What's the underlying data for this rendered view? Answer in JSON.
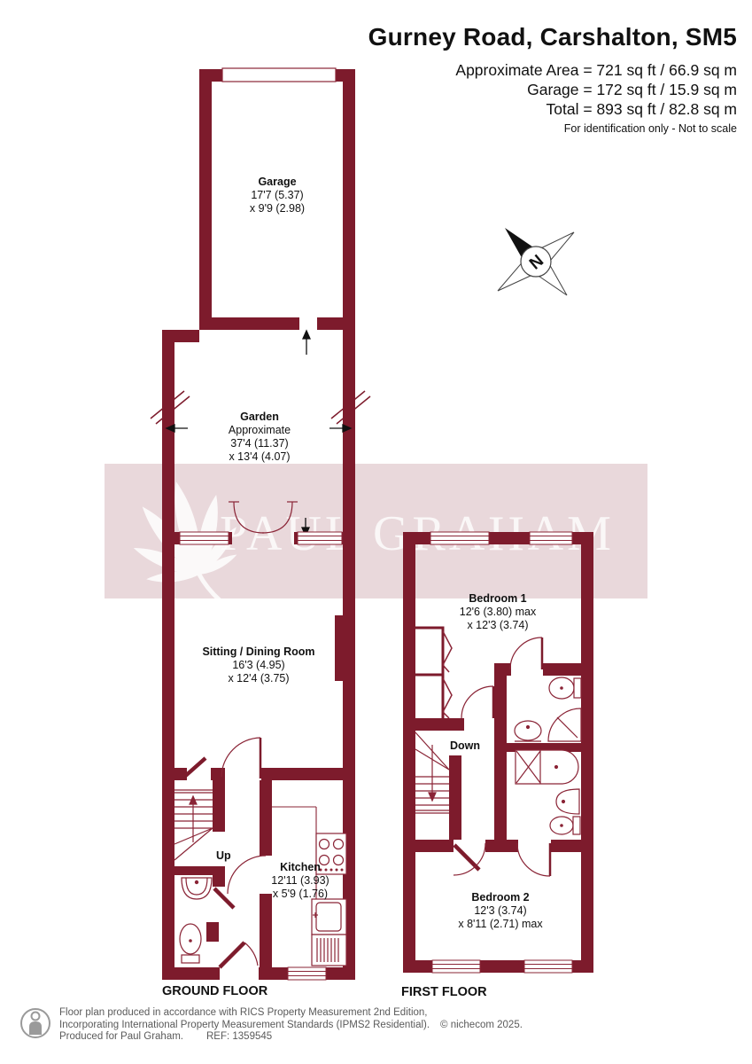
{
  "header": {
    "title": "Gurney Road, Carshalton, SM5",
    "area_line1": "Approximate Area = 721 sq ft / 66.9 sq m",
    "area_line2": "Garage = 172 sq ft / 15.9 sq m",
    "area_line3": "Total = 893 sq ft / 82.8 sq m",
    "note": "For identification only - Not to scale"
  },
  "watermark": {
    "text": "PAUL GRAHAM"
  },
  "compass": {
    "north_label": "N"
  },
  "ground_floor": {
    "floor_label": "GROUND FLOOR",
    "garage": {
      "name": "Garage",
      "dim1": "17'7 (5.37)",
      "dim2": "x 9'9 (2.98)"
    },
    "garden": {
      "name": "Garden",
      "qualifier": "Approximate",
      "dim1": "37'4 (11.37)",
      "dim2": "x 13'4 (4.07)"
    },
    "sitting_dining": {
      "name": "Sitting / Dining Room",
      "dim1": "16'3 (4.95)",
      "dim2": "x 12'4 (3.75)"
    },
    "kitchen": {
      "name": "Kitchen",
      "dim1": "12'11 (3.93)",
      "dim2": "x 5'9 (1.76)"
    },
    "stairs_label": "Up"
  },
  "first_floor": {
    "floor_label": "FIRST FLOOR",
    "bedroom1": {
      "name": "Bedroom 1",
      "dim1": "12'6 (3.80) max",
      "dim2": "x 12'3 (3.74)"
    },
    "bedroom2": {
      "name": "Bedroom 2",
      "dim1": "12'3 (3.74)",
      "dim2": "x 8'11 (2.71) max"
    },
    "stairs_label": "Down"
  },
  "footer": {
    "line1": "Floor plan produced in accordance with RICS Property Measurement 2nd Edition,",
    "line2": "Incorporating International Property Measurement Standards (IPMS2 Residential).",
    "copyright": "© nichecom 2025.",
    "line3": "Produced for Paul Graham.",
    "ref": "REF: 1359545"
  },
  "colors": {
    "wall": "#7D1B2C",
    "fixture": "#8A2436",
    "watermark_band": "#E9D8DB",
    "arrow": "#111111",
    "footer_text": "#5A5A5A"
  }
}
